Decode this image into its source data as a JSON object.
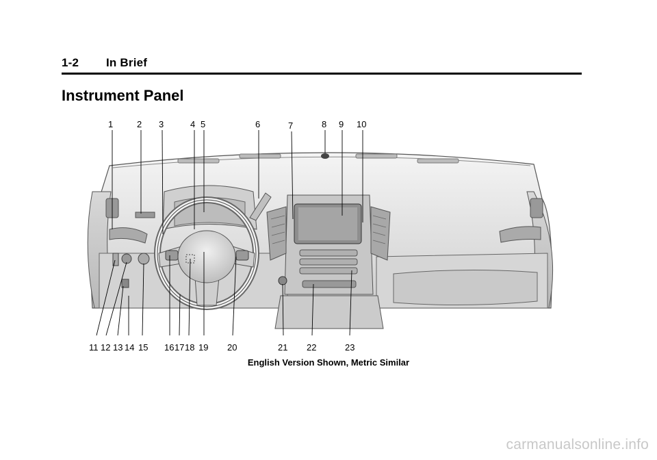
{
  "header": {
    "page_number": "1-2",
    "section": "In Brief"
  },
  "title": "Instrument Panel",
  "figure": {
    "top_callouts": [
      "1",
      "2",
      "3",
      "4",
      "5",
      "6",
      "7",
      "8",
      "9",
      "10"
    ],
    "bottom_callouts": [
      "11",
      "12",
      "13",
      "14",
      "15",
      "16",
      "17",
      "18",
      "19",
      "20",
      "21",
      "22",
      "23"
    ],
    "caption": "English Version Shown, Metric Similar"
  },
  "watermark": "carmanualsonline.info"
}
